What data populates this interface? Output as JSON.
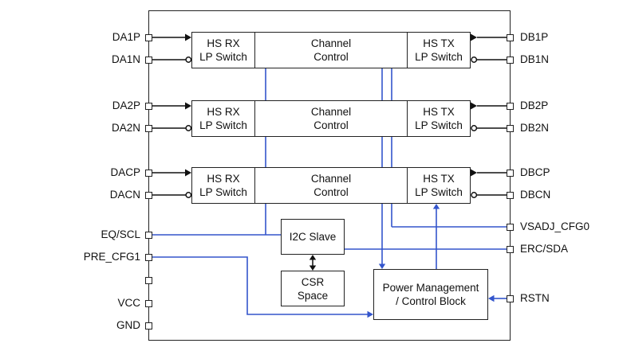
{
  "pins_left": [
    "DA1P",
    "DA1N",
    "DA2P",
    "DA2N",
    "DACP",
    "DACN",
    "EQ/SCL",
    "PRE_CFG1",
    "VCC",
    "GND"
  ],
  "pins_right": [
    "DB1P",
    "DB1N",
    "DB2P",
    "DB2N",
    "DBCP",
    "DBCN",
    "VSADJ_CFG0",
    "ERC/SDA",
    "RSTN"
  ],
  "blocks": {
    "hs_rx": {
      "l1": "HS RX",
      "l2": "LP Switch"
    },
    "channel_control": {
      "l1": "Channel",
      "l2": "Control"
    },
    "hs_tx": {
      "l1": "HS TX",
      "l2": "LP Switch"
    },
    "i2c_slave": "I2C Slave",
    "csr_space": {
      "l1": "CSR",
      "l2": "Space"
    },
    "power_mgmt": {
      "l1": "Power Management",
      "l2": "/ Control Block"
    }
  },
  "colors": {
    "signal_wire": "#111111",
    "control_wire": "#3355cc",
    "block_border": "#222222"
  }
}
